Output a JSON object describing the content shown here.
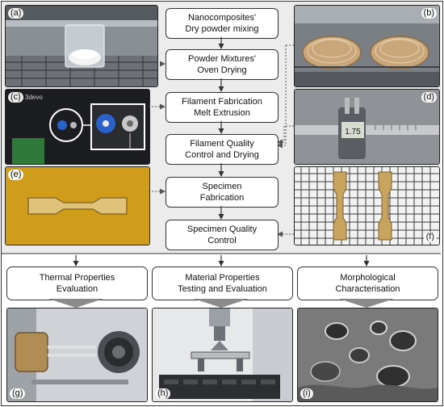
{
  "steps": [
    {
      "text": "Nanocomposites'\nDry powder mixing"
    },
    {
      "text": "Powder Mixtures'\nOven Drying"
    },
    {
      "text": "Filament Fabrication\nMelt Extrusion"
    },
    {
      "text": "Filament Quality\nControl and Drying"
    },
    {
      "text": "Specimen\nFabrication"
    },
    {
      "text": "Specimen Quality\nControl"
    }
  ],
  "evaluations": [
    {
      "text": "Thermal Properties\nEvaluation"
    },
    {
      "text": "Material Properties\nTesting and Evaluation"
    },
    {
      "text": "Morphological\nCharacterisation"
    }
  ],
  "photo_labels": {
    "a": "(a)",
    "b": "(b)",
    "c": "(c)",
    "d": "(d)",
    "e": "(e)",
    "f": "(f)",
    "g": "(g)",
    "h": "(h)",
    "i": "(i)"
  },
  "extruder_brand": "3devo",
  "caliper_reading": "1.75",
  "colors": {
    "frame": "#333333",
    "panel_bg": "#ececec",
    "specimen_yellow": "#d9a520",
    "arrow": "#333333",
    "dotted_arrow": "#555555"
  }
}
